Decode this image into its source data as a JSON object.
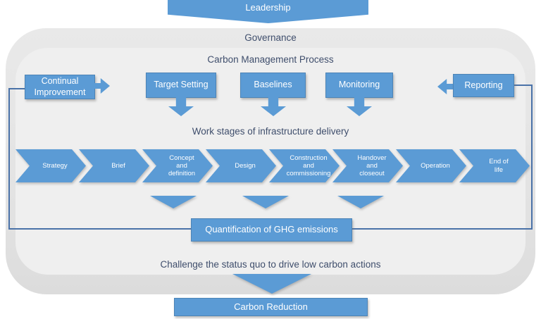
{
  "colors": {
    "accent_blue": "#5b9bd5",
    "accent_blue_dark": "#41719c",
    "connector_line": "#4a72a8",
    "text_dark": "#3f4e6c",
    "text_light": "#ffffff",
    "outer_band_gray": "#e4e4e4",
    "inner_panel_gray": "#efefef"
  },
  "leadership": {
    "label": "Leadership"
  },
  "governance": {
    "label": "Governance"
  },
  "process": {
    "title": "Carbon Management Process",
    "continual_improvement": "Continual\nImprovement",
    "target_setting": "Target Setting",
    "baselines": "Baselines",
    "monitoring": "Monitoring",
    "reporting": "Reporting"
  },
  "work_stages": {
    "title": "Work stages of infrastructure delivery",
    "stages": [
      "Strategy",
      "Brief",
      "Concept\nand\ndefinition",
      "Design",
      "Construction\nand\ncommissioning",
      "Handover\nand\ncloseout",
      "Operation",
      "End of\nlife"
    ]
  },
  "quantification": {
    "label": "Quantification of GHG emissions"
  },
  "challenge": {
    "label": "Challenge the status quo to drive low carbon actions"
  },
  "carbon_reduction": {
    "label": "Carbon Reduction"
  }
}
